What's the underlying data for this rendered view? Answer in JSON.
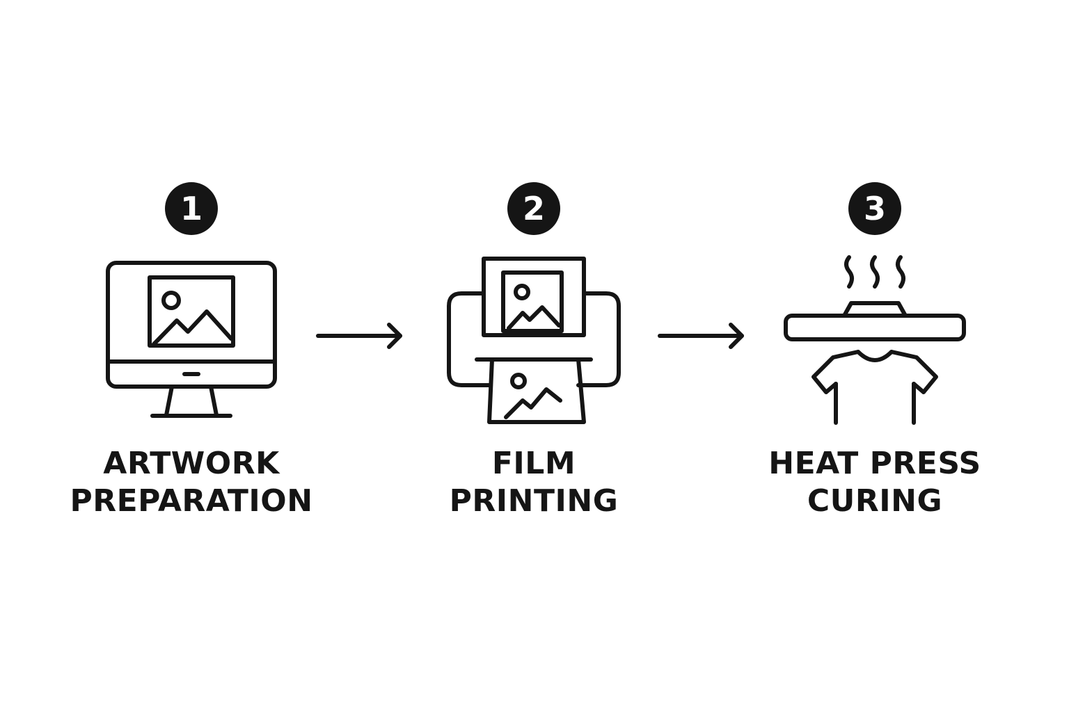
{
  "steps": [
    {
      "number": "1",
      "icon": "monitor-image-icon",
      "label_line1": "ARTWORK",
      "label_line2": "PREPARATION"
    },
    {
      "number": "2",
      "icon": "printer-film-icon",
      "label_line1": "FILM",
      "label_line2": "PRINTING"
    },
    {
      "number": "3",
      "icon": "heat-press-shirt-icon",
      "label_line1": "HEAT PRESS",
      "label_line2": "CURING"
    }
  ],
  "arrows": [
    "arrow-right-icon",
    "arrow-right-icon"
  ],
  "colors": {
    "ink": "#151515",
    "background": "#ffffff"
  }
}
